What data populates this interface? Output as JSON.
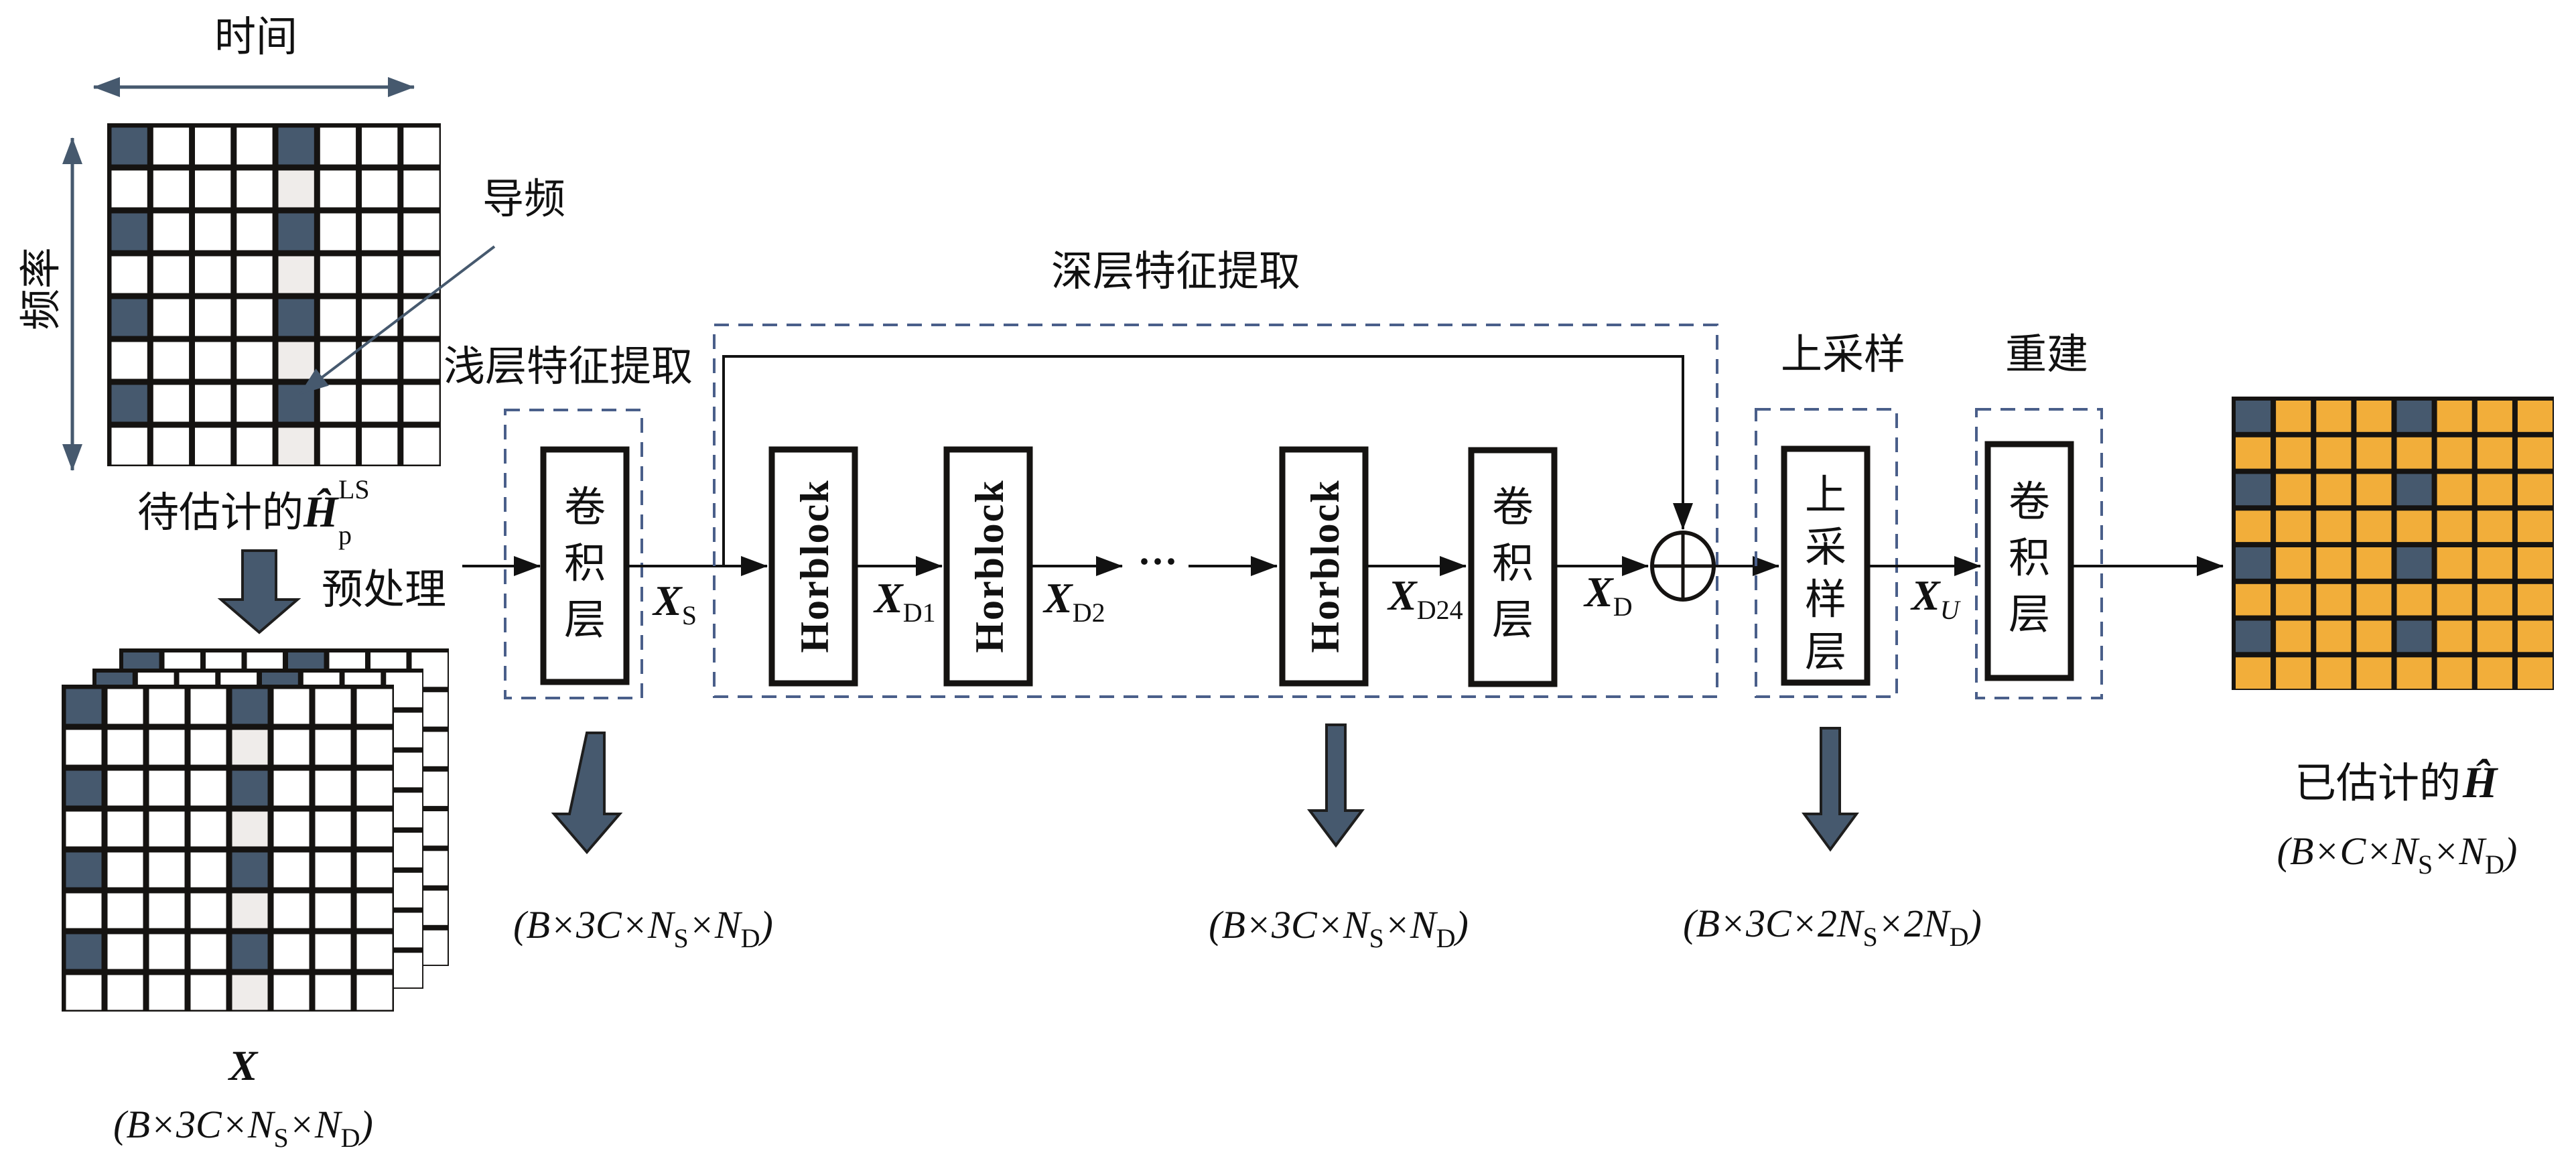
{
  "colors": {
    "pilot": "#46596e",
    "data_cell_input": "#ffffff",
    "interp_cell": "#efecea",
    "output_cell": "#f2ae3a",
    "grid_line": "#151311",
    "dashed_box": "#4a5f8a",
    "axis_arrow": "#46596e",
    "flow_line": "#111111"
  },
  "input_grid": {
    "time_axis_label": "时间",
    "freq_axis_label": "频率",
    "pilot_label": "导频",
    "caption_prefix": "待估计的",
    "caption_symbol": "Ĥ",
    "caption_sub": "p",
    "caption_sup": "LS",
    "rows": 8,
    "cols": 8,
    "pilot_rows": [
      0,
      2,
      4,
      6
    ],
    "pilot_cols": [
      0,
      4
    ],
    "interp_col": 4
  },
  "preprocess": {
    "label": "预处理"
  },
  "stacked_input": {
    "symbol": "X",
    "dims": {
      "prefix": "(B×3C×N",
      "s": "S",
      "mid": "×N",
      "d": "D",
      "suffix": ")"
    }
  },
  "stages": {
    "shallow": {
      "title": "浅层特征提取",
      "block_label": [
        "卷",
        "积",
        "层"
      ],
      "output_symbol": "X",
      "output_sub": "S",
      "dims": {
        "prefix": "(B×3C×N",
        "s": "S",
        "mid": "×N",
        "d": "D",
        "suffix": ")"
      }
    },
    "deep": {
      "title": "深层特征提取",
      "horblocks": [
        {
          "label": "Horblock",
          "output_sub": "D1"
        },
        {
          "label": "Horblock",
          "output_sub": "D2"
        },
        {
          "label": "Horblock",
          "output_sub": "D24"
        }
      ],
      "ellipsis": "···",
      "conv_label": [
        "卷",
        "积",
        "层"
      ],
      "output_symbol": "X",
      "output_sub": "D",
      "sum_symbol": "⊕",
      "dims": {
        "prefix": "(B×3C×N",
        "s": "S",
        "mid": "×N",
        "d": "D",
        "suffix": ")"
      }
    },
    "upsample": {
      "title": "上采样",
      "block_label": [
        "上",
        "采",
        "样",
        "层"
      ],
      "output_symbol": "X",
      "output_sub": "U",
      "dims": {
        "prefix": "(B×3C×2N",
        "s": "S",
        "mid": "×2N",
        "d": "D",
        "suffix": ")"
      }
    },
    "reconstruction": {
      "title": "重建",
      "block_label": [
        "卷",
        "积",
        "层"
      ]
    }
  },
  "output_grid": {
    "caption_prefix": "已估计的",
    "caption_symbol": "Ĥ",
    "rows": 8,
    "cols": 8,
    "pilot_rows": [
      0,
      2,
      4,
      6
    ],
    "pilot_cols": [
      0,
      4
    ],
    "dims": {
      "prefix": "(B×C×N",
      "s": "S",
      "mid": "×N",
      "d": "D",
      "suffix": ")"
    }
  }
}
